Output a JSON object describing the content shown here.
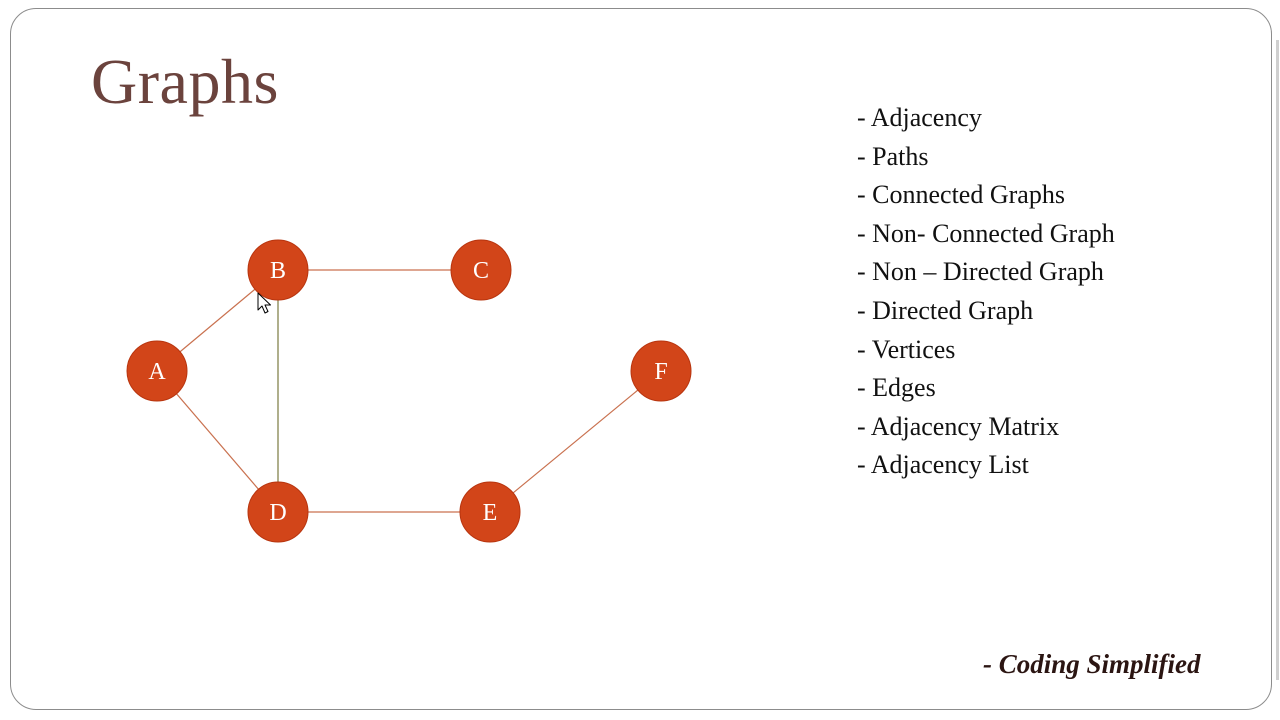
{
  "slide": {
    "title": "Graphs",
    "topics": [
      "- Adjacency",
      "- Paths",
      "- Connected Graphs",
      "- Non- Connected Graph",
      "- Non – Directed Graph",
      "- Directed Graph",
      "- Vertices",
      "- Edges",
      "- Adjacency Matrix",
      "- Adjacency List"
    ],
    "credit_prefix": "- ",
    "credit": "Coding Simplified"
  },
  "graph": {
    "nodes": [
      "A",
      "B",
      "C",
      "D",
      "E",
      "F"
    ],
    "edges": [
      [
        "A",
        "B"
      ],
      [
        "B",
        "C"
      ],
      [
        "B",
        "D"
      ],
      [
        "A",
        "D"
      ],
      [
        "D",
        "E"
      ],
      [
        "E",
        "F"
      ]
    ]
  },
  "colors": {
    "node_fill": "#d24519",
    "node_stroke": "#b8350f",
    "edge": "#c9714f",
    "edge_vertical": "#7a7a40",
    "title": "#6b433d"
  },
  "icons": {
    "cursor": "mouse-pointer-icon"
  }
}
